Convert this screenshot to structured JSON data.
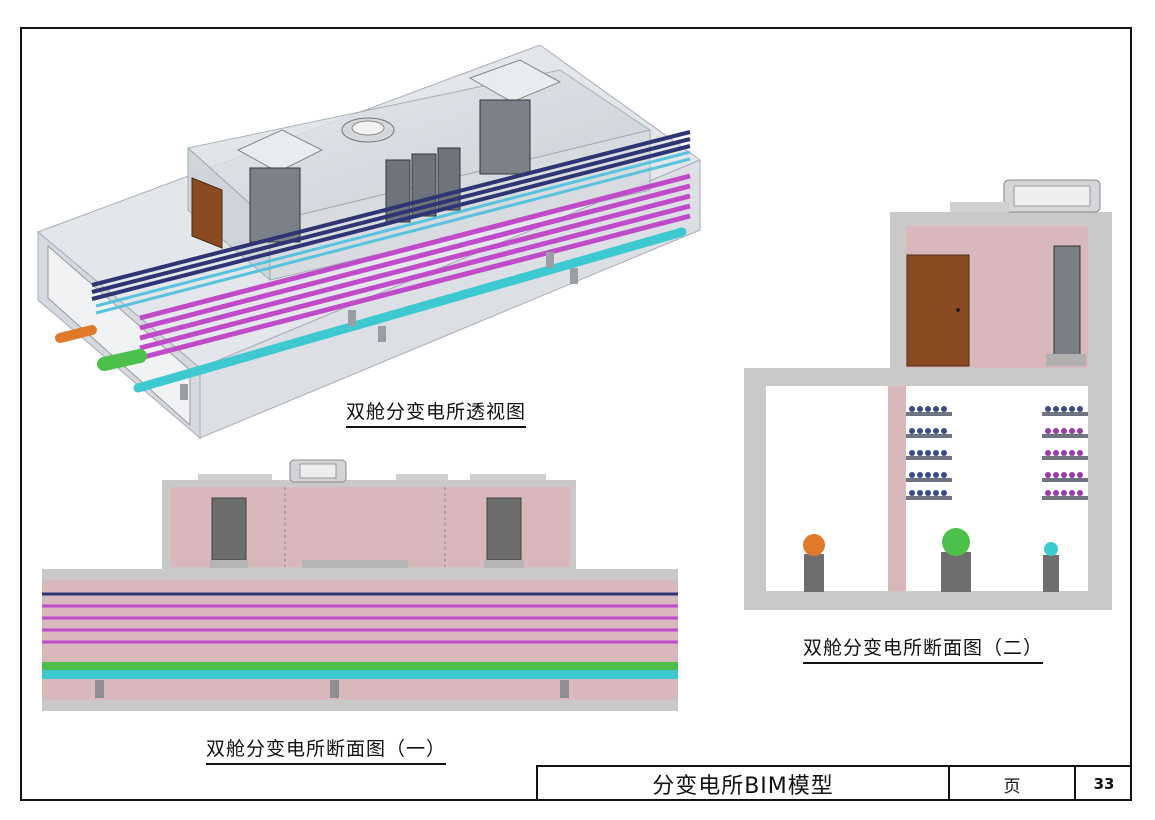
{
  "captions": {
    "perspective": "双舱分变电所透视图",
    "section_1": "双舱分变电所断面图（一）",
    "section_2": "双舱分变电所断面图（二）"
  },
  "title_block": {
    "title": "分变电所BIM模型",
    "page_label": "页",
    "page_number": "33"
  },
  "colors": {
    "frame": "#111111",
    "concrete": "#c9c9c9",
    "room_wall": "#d9b8bd",
    "door": "#8a4a22",
    "cable_magenta": "#c04bc8",
    "cable_cyan": "#3ec8cf",
    "cable_navy": "#2e3572",
    "pipe_green": "#4cc04a",
    "pipe_orange": "#e07a2a"
  }
}
